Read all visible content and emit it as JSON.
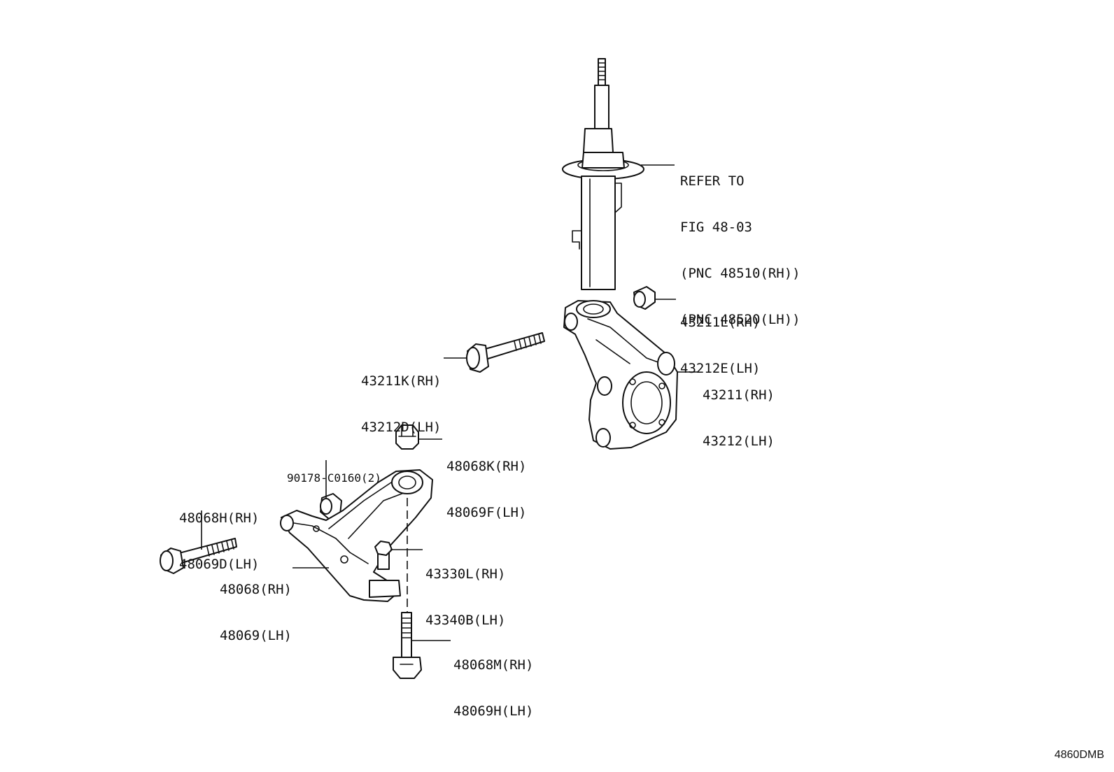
{
  "diagram": {
    "callouts": [
      {
        "id": "strut-ref",
        "lines": [
          "REFER TO",
          "FIG 48-03",
          "(PNC 48510(RH))",
          "(PNC 48520(LH))"
        ]
      },
      {
        "id": "nut-43211l",
        "lines": [
          "43211L(RH)",
          "43212E(LH)"
        ]
      },
      {
        "id": "bolt-43211k",
        "lines": [
          "43211K(RH)",
          "43212D(LH)"
        ]
      },
      {
        "id": "knuckle",
        "lines": [
          "43211(RH)",
          "43212(LH)"
        ]
      },
      {
        "id": "nut-48068k",
        "lines": [
          "48068K(RH)",
          "48069F(LH)"
        ]
      },
      {
        "id": "bushing-90178",
        "lines": [
          "90178-C0160(2)"
        ]
      },
      {
        "id": "bolt-48068h",
        "lines": [
          "48068H(RH)",
          "48069D(LH)"
        ]
      },
      {
        "id": "nut-43330l",
        "lines": [
          "43330L(RH)",
          "43340B(LH)"
        ]
      },
      {
        "id": "arm-48068",
        "lines": [
          "48068(RH)",
          "48069(LH)"
        ]
      },
      {
        "id": "bolt-48068m",
        "lines": [
          "48068M(RH)",
          "48069H(LH)"
        ]
      }
    ],
    "figure_code": "4860DMB"
  }
}
